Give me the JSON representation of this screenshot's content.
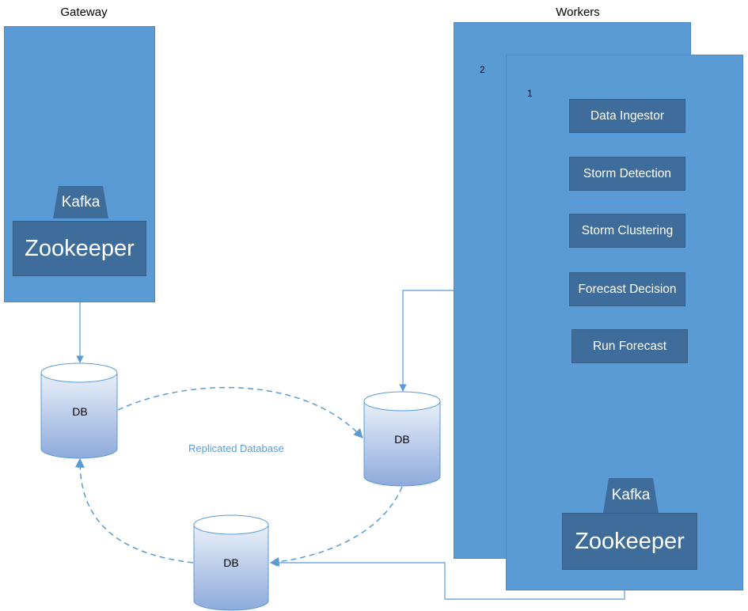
{
  "gateway": {
    "title": "Gateway",
    "kafka_label": "Kafka",
    "zookeeper_label": "Zookeeper"
  },
  "workers": {
    "title": "Workers",
    "back_panel_number": "2",
    "front_panel_number": "1",
    "services": [
      "Data Ingestor",
      "Storm Detection",
      "Storm Clustering",
      "Forecast Decision",
      "Run Forecast"
    ],
    "kafka_label": "Kafka",
    "zookeeper_label": "Zookeeper"
  },
  "databases": {
    "db_left": "DB",
    "db_right": "DB",
    "db_bottom": "DB"
  },
  "replication_label": "Replicated Database",
  "colors": {
    "panel": "#5b9bd5",
    "dark_box": "#3f6d9b",
    "connector": "#5b9bd5",
    "cylinder_top": "#e9f0f9",
    "cylinder_bottom": "#8eaadb"
  }
}
